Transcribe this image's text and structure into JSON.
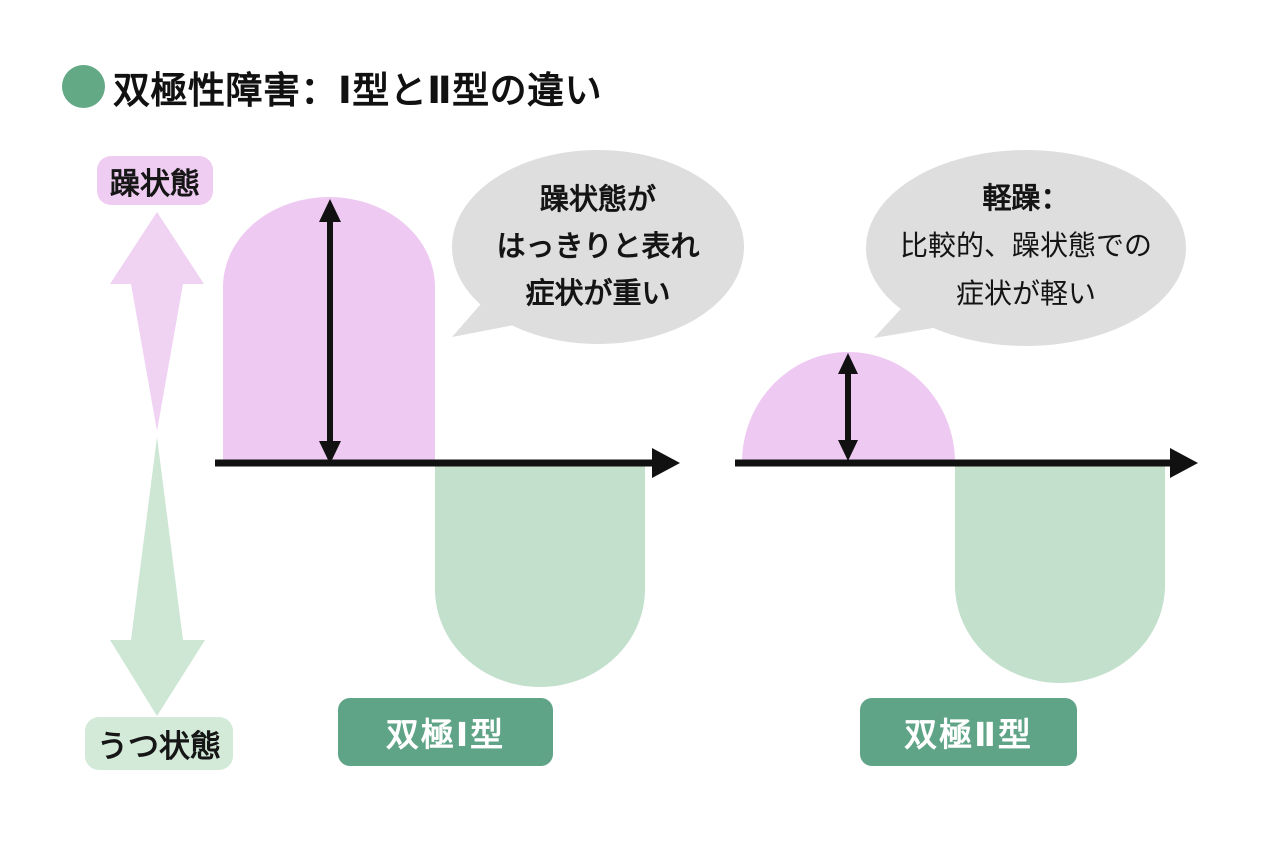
{
  "title": "双極性障害：Ⅰ型とⅡ型の違い",
  "gauge": {
    "top_label": "躁状態",
    "bottom_label": "うつ状態"
  },
  "type1": {
    "badge": "双極Ⅰ型",
    "bubble_line1": "躁状態が",
    "bubble_line2": "はっきりと表れ",
    "bubble_line3": "症状が重い",
    "amplitude": {
      "mania": "large",
      "depression": "large"
    }
  },
  "type2": {
    "badge": "双極Ⅱ型",
    "bubble_line1": "軽躁：",
    "bubble_line2": "比較的、躁状態での",
    "bubble_line3": "症状が軽い",
    "amplitude": {
      "mania": "small",
      "depression": "large"
    }
  },
  "colors": {
    "mania_pink": "#eecaf2",
    "mania_arrow_pink": "#f0d2f3",
    "depression_green": "#c2e0cc",
    "depression_arrow_green": "#cde7d4",
    "label_pink_bg": "#efccf1",
    "label_green_bg": "#d3ead9",
    "badge_green": "#5fa487",
    "bullet_green": "#63a986",
    "bubble_gray": "#dedede",
    "line_black": "#111111"
  }
}
